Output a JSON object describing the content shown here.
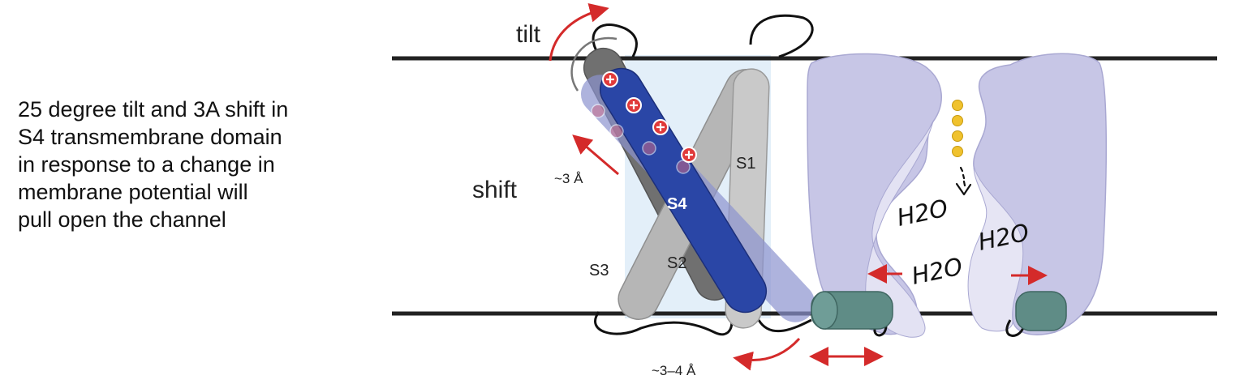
{
  "caption": {
    "lines": [
      "25 degree tilt and 3A shift in",
      "S4 transmembrane domain",
      "in response to a change in",
      "membrane potential will",
      "pull open the channel"
    ]
  },
  "diagram": {
    "labels": {
      "tilt": "tilt",
      "shift": "shift",
      "shift_amount": "~3 Å",
      "bottom_amount": "~3–4 Å",
      "s1": "S1",
      "s2": "S2",
      "s3": "S3",
      "s4": "S4"
    },
    "handwritten": [
      "H2O",
      "H2O",
      "H2O"
    ],
    "colors": {
      "membrane_line": "#222222",
      "s4_helix": "#2a46a6",
      "s4_ghost": "#8c93cf",
      "s3_helix": "#707070",
      "s1_s2_helix": "#b6b6b6",
      "pore_domain": "#c7c6e6",
      "linker_cylinder": "#5f8c86",
      "arrow_red": "#d42a2a",
      "ion_dot": "#f0c22e",
      "membrane_band": "#dcebf8"
    }
  }
}
